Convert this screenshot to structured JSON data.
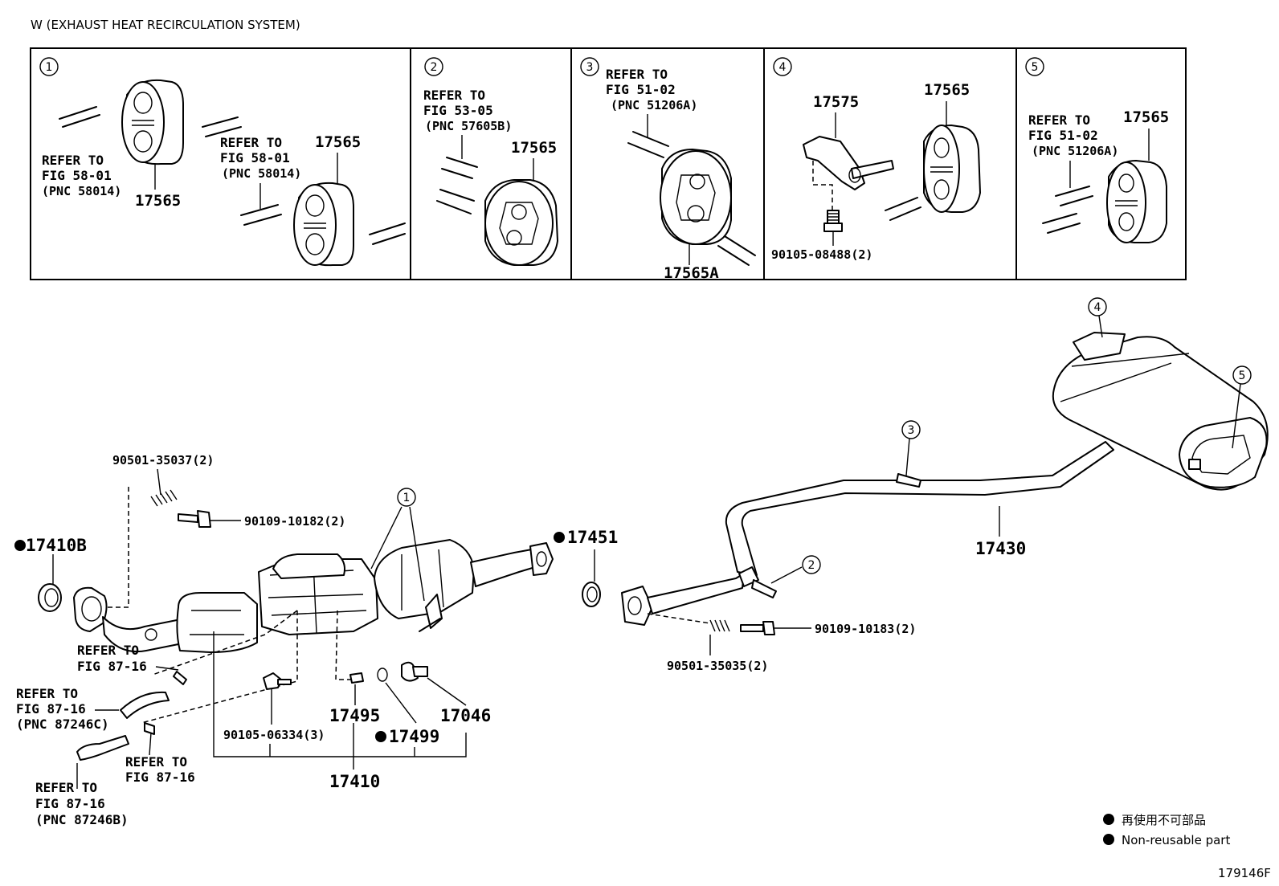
{
  "header": {
    "title": "W (EXHAUST HEAT RECIRCULATION SYSTEM)"
  },
  "figure_id": "179146F",
  "panels": [
    {
      "num": "1",
      "ref1": [
        "REFER TO",
        "FIG 58-01",
        "(PNC 58014)"
      ],
      "ref2": [
        "REFER TO",
        "FIG 58-01",
        "(PNC 58014)"
      ],
      "part_a": "17565",
      "part_b": "17565"
    },
    {
      "num": "2",
      "ref": [
        "REFER TO",
        "FIG 53-05",
        "(PNC 57605B)"
      ],
      "part": "17565"
    },
    {
      "num": "3",
      "ref": [
        "REFER TO",
        "FIG 51-02",
        "(PNC 51206A)"
      ],
      "part": "17565A"
    },
    {
      "num": "4",
      "part_a": "17575",
      "part_b": "17565",
      "bolt": "90105-08488(2)"
    },
    {
      "num": "5",
      "ref": [
        "REFER TO",
        "FIG 51-02",
        "(PNC 51206A)"
      ],
      "part": "17565"
    }
  ],
  "callouts": [
    "1",
    "2",
    "3",
    "4",
    "5"
  ],
  "labels": {
    "p90501_35037": "90501-35037(2)",
    "p90109_10182": "90109-10182(2)",
    "p17410B": "17410B",
    "p17451": "17451",
    "p17430": "17430",
    "p90109_10183": "90109-10183(2)",
    "p90501_35035": "90501-35035(2)",
    "ref_a": [
      "REFER TO",
      "FIG 87-16"
    ],
    "ref_b": [
      "REFER TO",
      "FIG 87-16",
      "(PNC 87246C)"
    ],
    "ref_c": [
      "REFER TO",
      "FIG 87-16"
    ],
    "ref_d": [
      "REFER TO",
      "FIG 87-16",
      "(PNC 87246B)"
    ],
    "p17495": "17495",
    "p17046": "17046",
    "p90105_06334": "90105-06334(3)",
    "p17499": "17499",
    "p17410": "17410"
  },
  "legend": {
    "jp": "再使用不可部品",
    "en": "Non-reusable part"
  }
}
